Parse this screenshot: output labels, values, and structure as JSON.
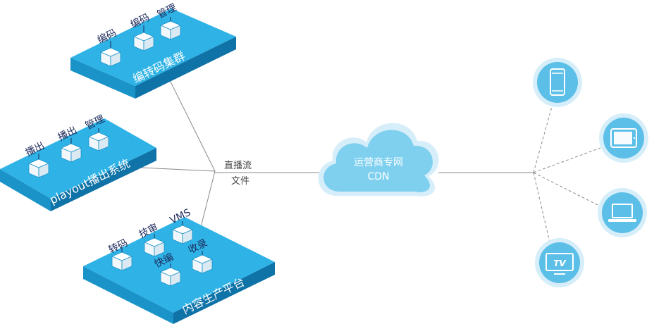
{
  "platforms": {
    "transcode_cluster": {
      "title": "编转码集群",
      "boxes": [
        "编码",
        "编码",
        "管理"
      ]
    },
    "playout": {
      "title": "playout播出系统",
      "boxes": [
        "播出",
        "播出",
        "管理"
      ]
    },
    "content_platform": {
      "title": "内容生产平台",
      "boxes": [
        "转码",
        "技审",
        "VMS",
        "快编",
        "收录"
      ]
    }
  },
  "link_label": {
    "line1": "直播流",
    "line2": "文件"
  },
  "cdn": {
    "line1": "运营商专网",
    "line2": "CDN"
  },
  "devices": [
    "phone-icon",
    "tablet-icon",
    "laptop-icon",
    "tv-icon"
  ],
  "device_labels": {
    "tv": "TV"
  },
  "colors": {
    "platform_top": "#2fb3e6",
    "platform_front": "#1a93c8",
    "platform_side": "#0f73a8",
    "cdn_cloud": "#7fd0ef",
    "cdn_cloud_outline": "#d6eef9",
    "device_circle": "#5bbfe8",
    "label_text": "#1d2a5c"
  }
}
